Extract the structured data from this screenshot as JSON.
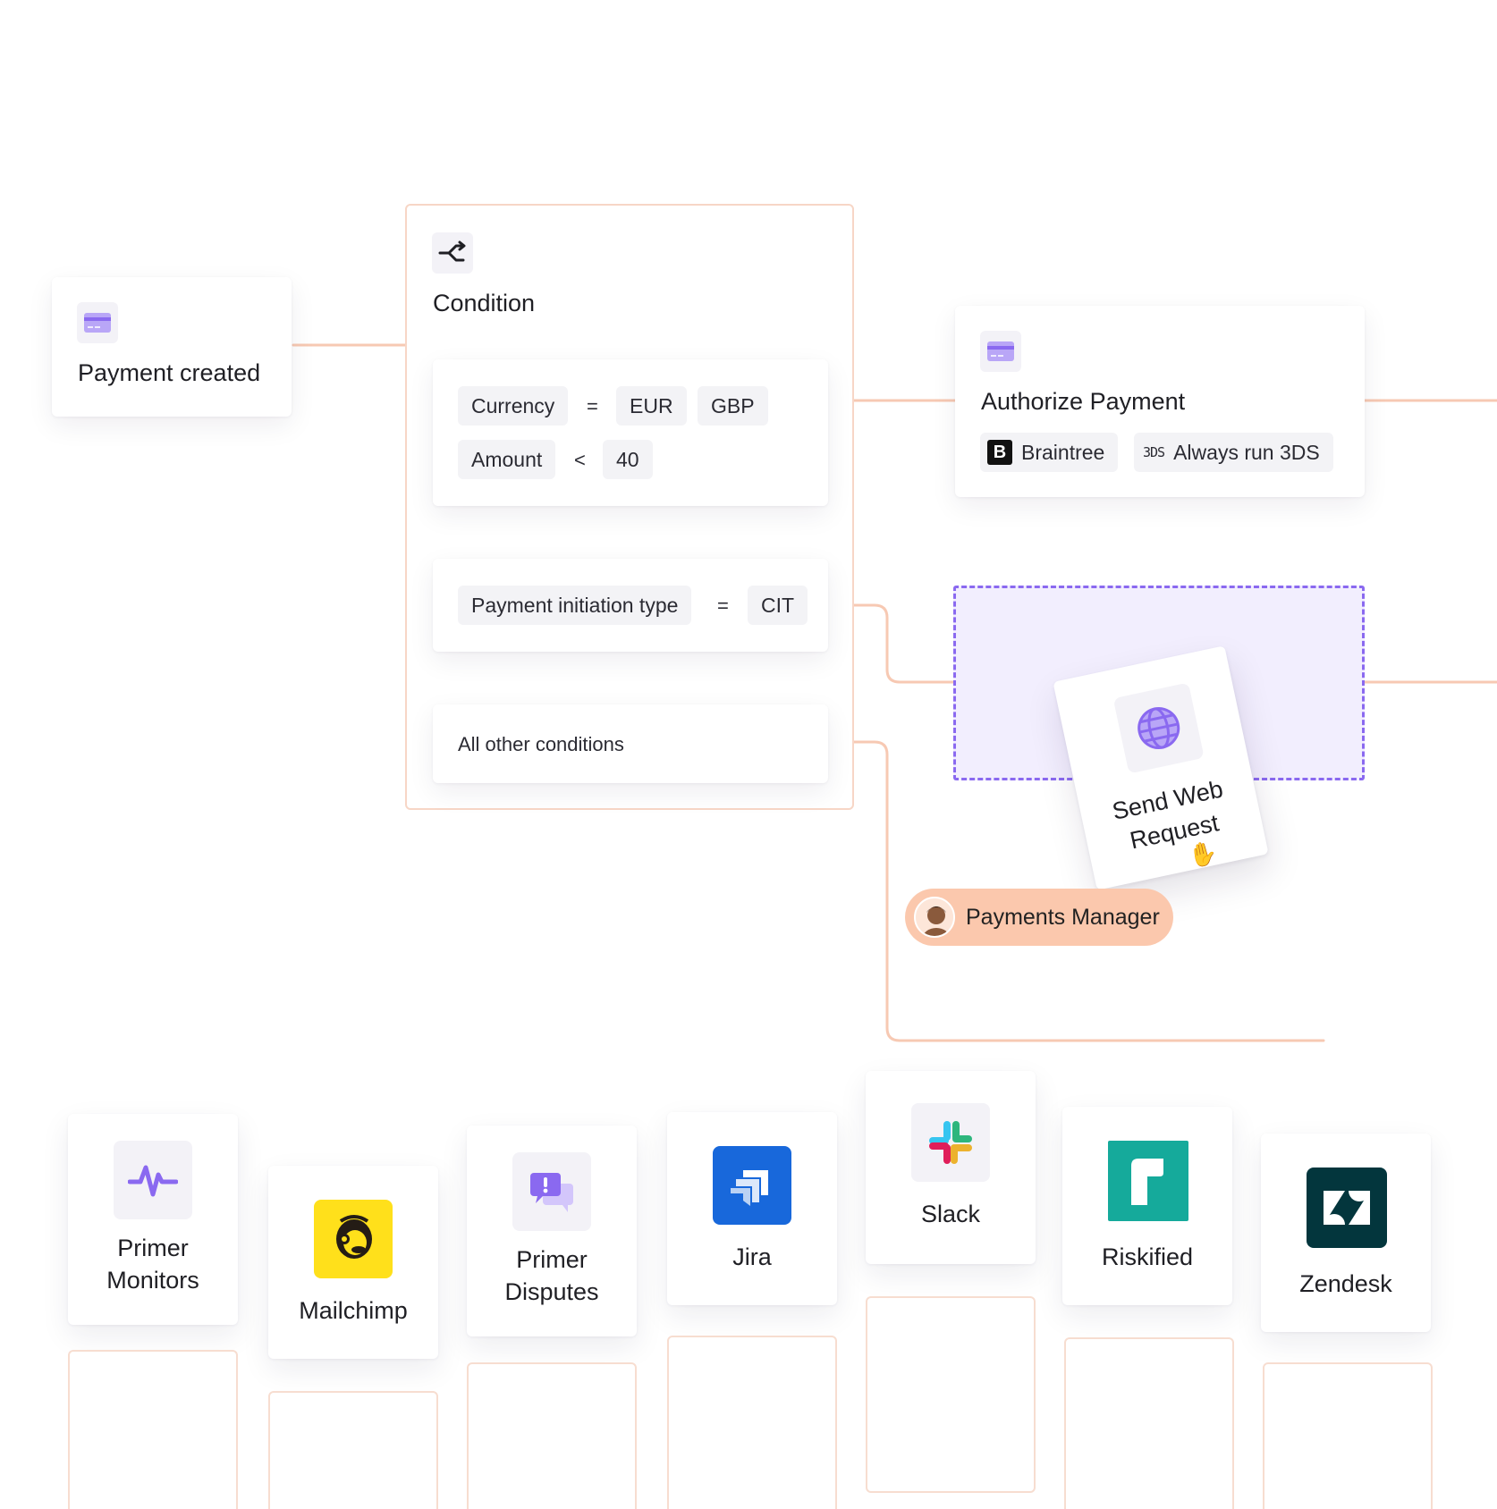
{
  "trigger": {
    "title": "Payment created",
    "icon": "credit-card-icon"
  },
  "condition": {
    "title": "Condition",
    "icon": "branch-icon",
    "rules": [
      {
        "rows": [
          {
            "field": "Currency",
            "operator": "=",
            "values": [
              "EUR",
              "GBP"
            ]
          },
          {
            "field": "Amount",
            "operator": "<",
            "values": [
              "40"
            ]
          }
        ]
      },
      {
        "rows": [
          {
            "field": "Payment initiation type",
            "operator": "=",
            "values": [
              "CIT"
            ]
          }
        ]
      },
      {
        "fallback": "All other conditions"
      }
    ]
  },
  "authorize": {
    "title": "Authorize Payment",
    "icon": "credit-card-icon",
    "processor": {
      "badge": "B",
      "label": "Braintree"
    },
    "three_ds": {
      "badge": "3DS",
      "label": "Always run 3DS"
    }
  },
  "dragged_node": {
    "title_line1": "Send Web",
    "title_line2": "Request",
    "icon": "globe-icon"
  },
  "collaborator": {
    "name": "Payments Manager",
    "icon": "avatar"
  },
  "apps": [
    {
      "label_line1": "Primer",
      "label_line2": "Monitors",
      "icon": "pulse-icon"
    },
    {
      "label_line1": "Mailchimp",
      "label_line2": "",
      "icon": "mailchimp-logo-icon"
    },
    {
      "label_line1": "Primer",
      "label_line2": "Disputes",
      "icon": "dispute-chat-icon"
    },
    {
      "label_line1": "Jira",
      "label_line2": "",
      "icon": "jira-logo-icon"
    },
    {
      "label_line1": "Slack",
      "label_line2": "",
      "icon": "slack-logo-icon"
    },
    {
      "label_line1": "Riskified",
      "label_line2": "",
      "icon": "riskified-logo-icon"
    },
    {
      "label_line1": "Zendesk",
      "label_line2": "",
      "icon": "zendesk-logo-icon"
    }
  ],
  "colors": {
    "connector": "#f7c9b3",
    "accent_purple": "#8a69f0",
    "drop_zone_fill": "#f2eefe",
    "collaborator_pill": "#fbc8ad",
    "jira_blue": "#1868db",
    "mailchimp_yellow": "#ffe01b",
    "riskified_teal": "#15aa9b",
    "zendesk_dark": "#03363d"
  }
}
